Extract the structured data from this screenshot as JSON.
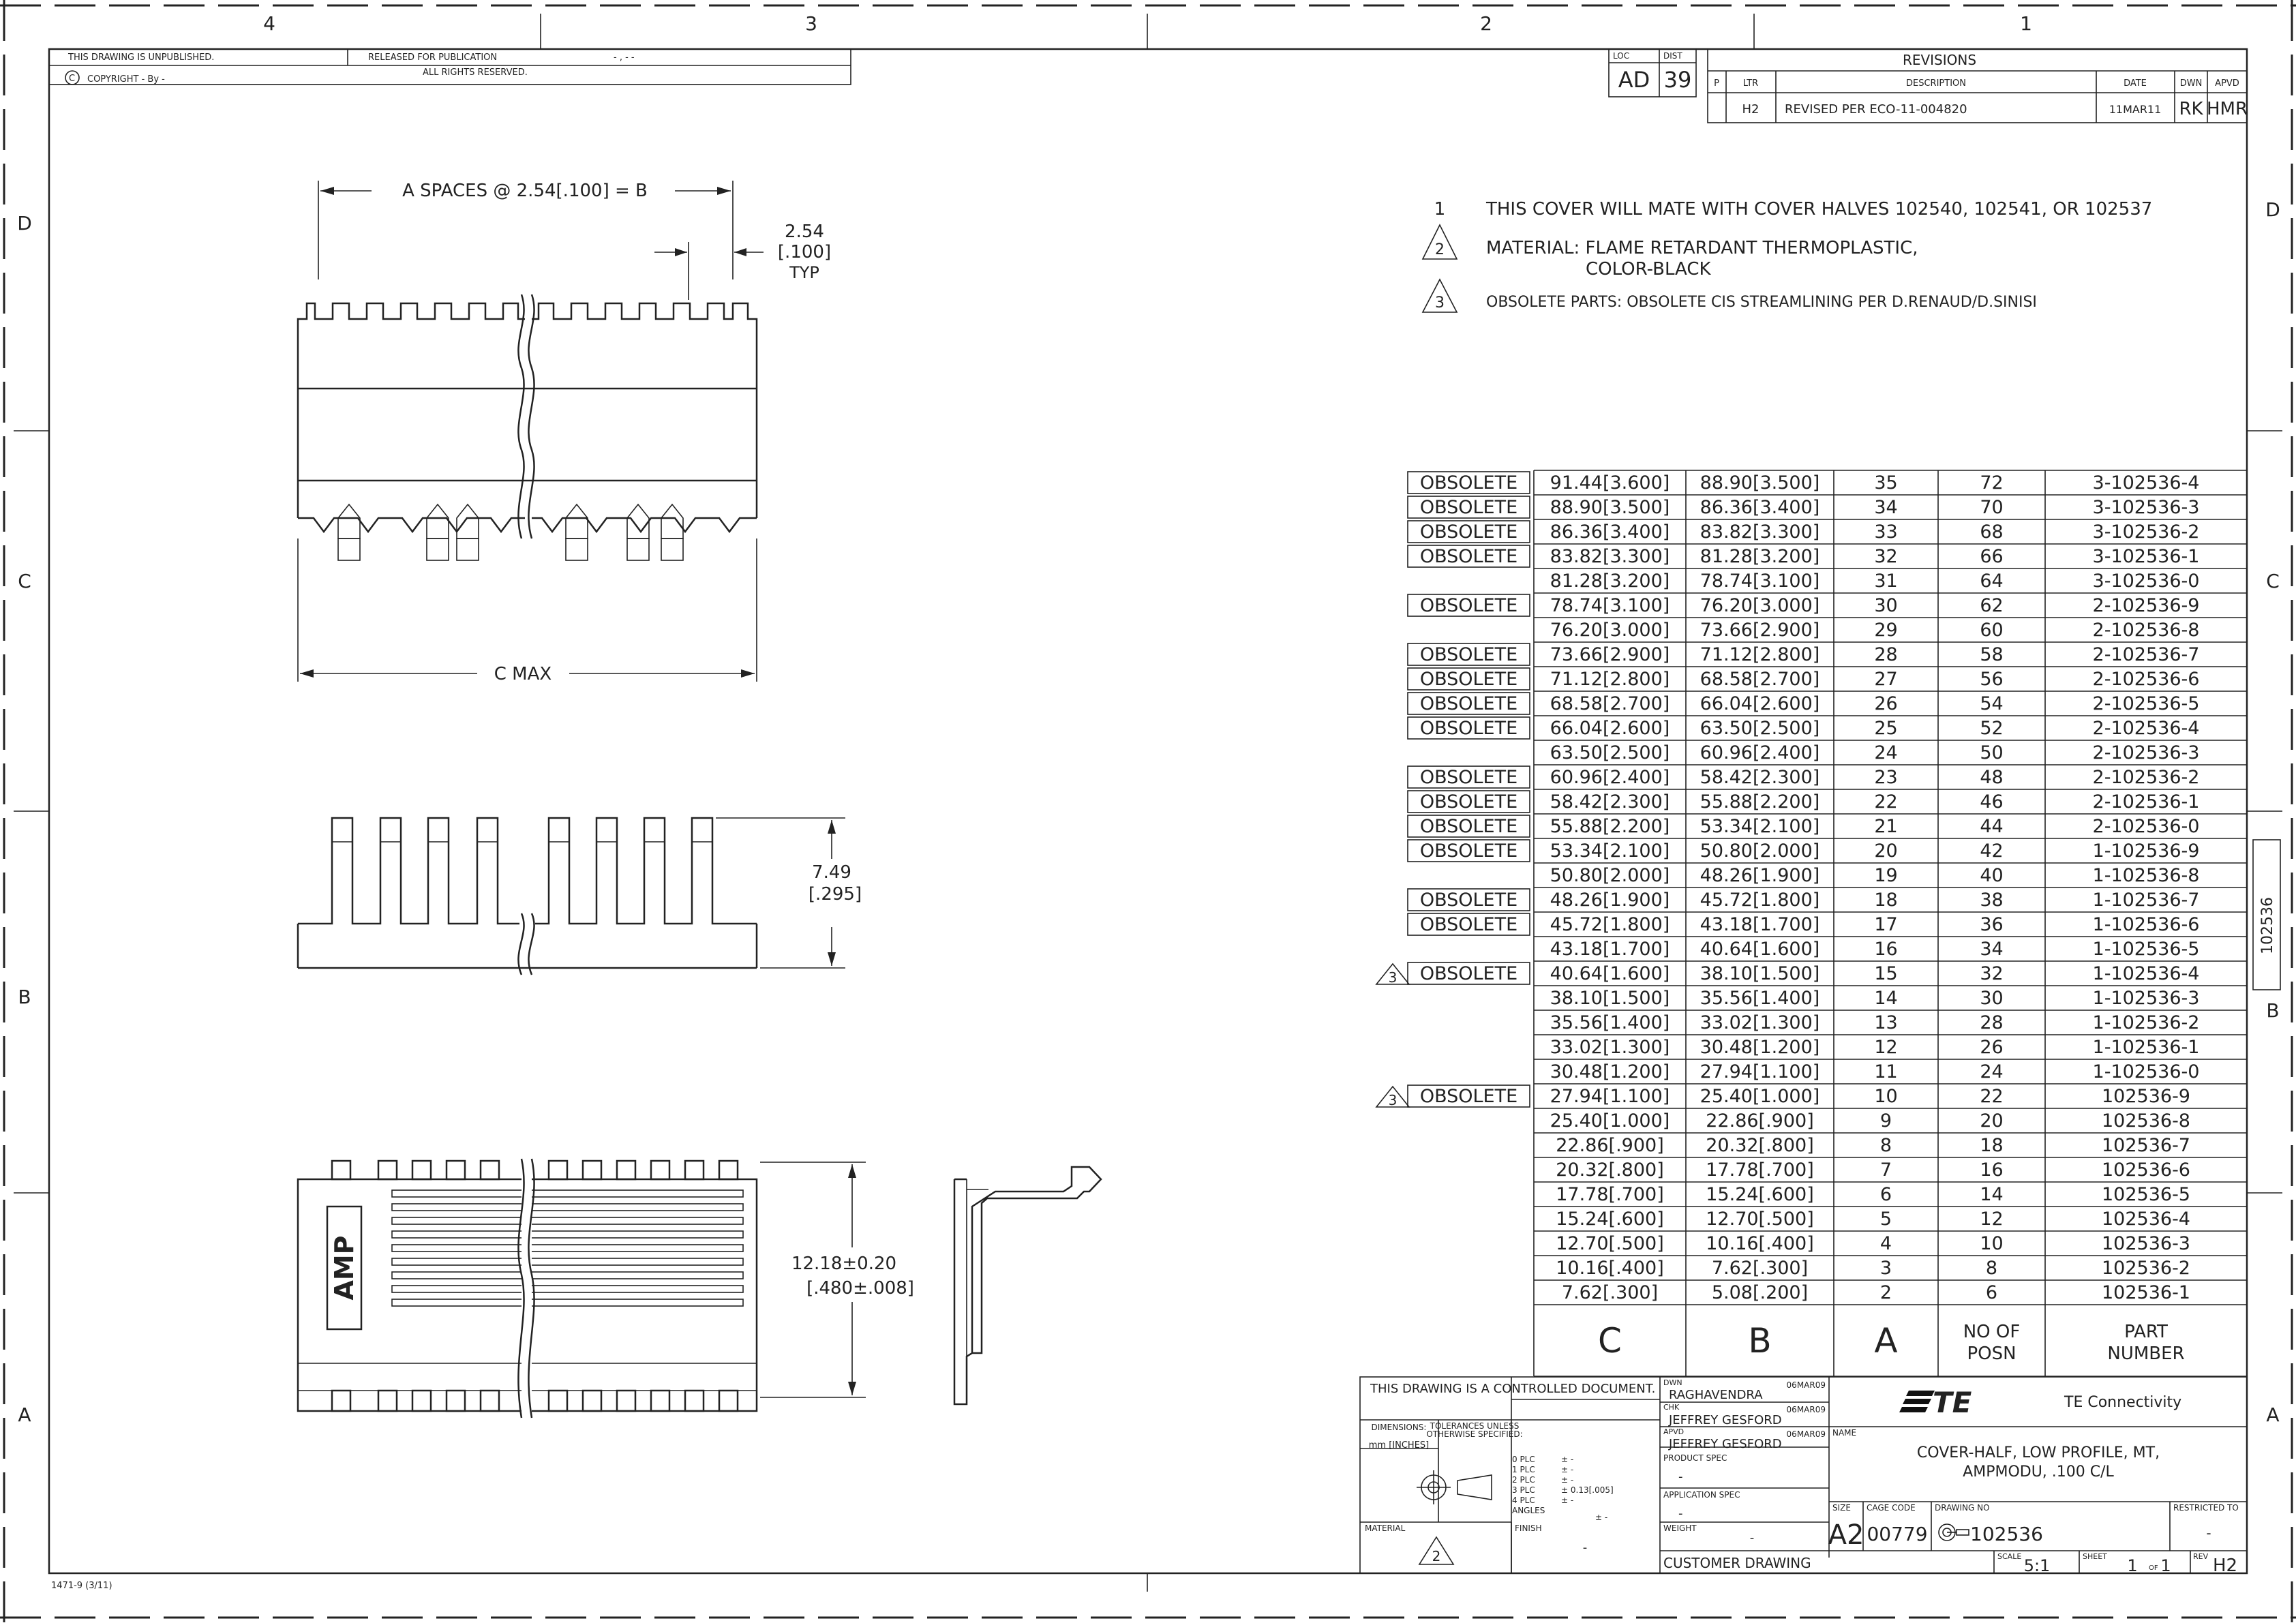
{
  "zones": {
    "columns": [
      "4",
      "3",
      "2",
      "1"
    ],
    "rows": [
      "D",
      "C",
      "B",
      "A"
    ]
  },
  "header": {
    "unpublished": "THIS DRAWING IS UNPUBLISHED.",
    "released": "RELEASED FOR PUBLICATION",
    "released_value": "- , -   -",
    "copyright": "COPYRIGHT  -    By -",
    "rights": "ALL RIGHTS RESERVED."
  },
  "loc_dist": {
    "loc_label": "LOC",
    "loc": "AD",
    "dist_label": "DIST",
    "dist": "39"
  },
  "revisions": {
    "title": "REVISIONS",
    "headers": [
      "P",
      "LTR",
      "DESCRIPTION",
      "DATE",
      "DWN",
      "APVD"
    ],
    "row": {
      "ltr": "H2",
      "description": "REVISED PER ECO-11-004820",
      "date": "11MAR11",
      "dwn": "RK",
      "apvd": "HMR"
    }
  },
  "notes": [
    {
      "num": "1",
      "text": "THIS COVER WILL MATE WITH COVER HALVES 102540, 102541, OR 102537"
    },
    {
      "num": "2",
      "text": "MATERIAL: FLAME RETARDANT THERMOPLASTIC,",
      "text2": "COLOR-BLACK"
    },
    {
      "num": "3",
      "text": "OBSOLETE PARTS: OBSOLETE CIS STREAMLINING PER D.RENAUD/D.SINISI"
    }
  ],
  "dims": {
    "spaces": "A SPACES @ 2.54[.100] = B",
    "pitch1": "2.54",
    "pitch2": "[.100]",
    "pitch3": "TYP",
    "cmax": "C MAX",
    "height1": "7.49",
    "height2": "[.295]",
    "width1": "12.18±0.20",
    "width2": "[.480±.008]",
    "logo": "AMP"
  },
  "table": {
    "rows": [
      {
        "status": "OBSOLETE",
        "flag": "",
        "c": "91.44[3.600]",
        "b": "88.90[3.500]",
        "a": "35",
        "pos": "72",
        "pn": "3-102536-4"
      },
      {
        "status": "OBSOLETE",
        "flag": "",
        "c": "88.90[3.500]",
        "b": "86.36[3.400]",
        "a": "34",
        "pos": "70",
        "pn": "3-102536-3"
      },
      {
        "status": "OBSOLETE",
        "flag": "",
        "c": "86.36[3.400]",
        "b": "83.82[3.300]",
        "a": "33",
        "pos": "68",
        "pn": "3-102536-2"
      },
      {
        "status": "OBSOLETE",
        "flag": "",
        "c": "83.82[3.300]",
        "b": "81.28[3.200]",
        "a": "32",
        "pos": "66",
        "pn": "3-102536-1"
      },
      {
        "status": "",
        "flag": "",
        "c": "81.28[3.200]",
        "b": "78.74[3.100]",
        "a": "31",
        "pos": "64",
        "pn": "3-102536-0"
      },
      {
        "status": "OBSOLETE",
        "flag": "",
        "c": "78.74[3.100]",
        "b": "76.20[3.000]",
        "a": "30",
        "pos": "62",
        "pn": "2-102536-9"
      },
      {
        "status": "",
        "flag": "",
        "c": "76.20[3.000]",
        "b": "73.66[2.900]",
        "a": "29",
        "pos": "60",
        "pn": "2-102536-8"
      },
      {
        "status": "OBSOLETE",
        "flag": "",
        "c": "73.66[2.900]",
        "b": "71.12[2.800]",
        "a": "28",
        "pos": "58",
        "pn": "2-102536-7"
      },
      {
        "status": "OBSOLETE",
        "flag": "",
        "c": "71.12[2.800]",
        "b": "68.58[2.700]",
        "a": "27",
        "pos": "56",
        "pn": "2-102536-6"
      },
      {
        "status": "OBSOLETE",
        "flag": "",
        "c": "68.58[2.700]",
        "b": "66.04[2.600]",
        "a": "26",
        "pos": "54",
        "pn": "2-102536-5"
      },
      {
        "status": "OBSOLETE",
        "flag": "",
        "c": "66.04[2.600]",
        "b": "63.50[2.500]",
        "a": "25",
        "pos": "52",
        "pn": "2-102536-4"
      },
      {
        "status": "",
        "flag": "",
        "c": "63.50[2.500]",
        "b": "60.96[2.400]",
        "a": "24",
        "pos": "50",
        "pn": "2-102536-3"
      },
      {
        "status": "OBSOLETE",
        "flag": "",
        "c": "60.96[2.400]",
        "b": "58.42[2.300]",
        "a": "23",
        "pos": "48",
        "pn": "2-102536-2"
      },
      {
        "status": "OBSOLETE",
        "flag": "",
        "c": "58.42[2.300]",
        "b": "55.88[2.200]",
        "a": "22",
        "pos": "46",
        "pn": "2-102536-1"
      },
      {
        "status": "OBSOLETE",
        "flag": "",
        "c": "55.88[2.200]",
        "b": "53.34[2.100]",
        "a": "21",
        "pos": "44",
        "pn": "2-102536-0"
      },
      {
        "status": "OBSOLETE",
        "flag": "",
        "c": "53.34[2.100]",
        "b": "50.80[2.000]",
        "a": "20",
        "pos": "42",
        "pn": "1-102536-9"
      },
      {
        "status": "",
        "flag": "",
        "c": "50.80[2.000]",
        "b": "48.26[1.900]",
        "a": "19",
        "pos": "40",
        "pn": "1-102536-8"
      },
      {
        "status": "OBSOLETE",
        "flag": "",
        "c": "48.26[1.900]",
        "b": "45.72[1.800]",
        "a": "18",
        "pos": "38",
        "pn": "1-102536-7"
      },
      {
        "status": "OBSOLETE",
        "flag": "",
        "c": "45.72[1.800]",
        "b": "43.18[1.700]",
        "a": "17",
        "pos": "36",
        "pn": "1-102536-6"
      },
      {
        "status": "",
        "flag": "",
        "c": "43.18[1.700]",
        "b": "40.64[1.600]",
        "a": "16",
        "pos": "34",
        "pn": "1-102536-5"
      },
      {
        "status": "OBSOLETE",
        "flag": "3",
        "c": "40.64[1.600]",
        "b": "38.10[1.500]",
        "a": "15",
        "pos": "32",
        "pn": "1-102536-4"
      },
      {
        "status": "",
        "flag": "",
        "c": "38.10[1.500]",
        "b": "35.56[1.400]",
        "a": "14",
        "pos": "30",
        "pn": "1-102536-3"
      },
      {
        "status": "",
        "flag": "",
        "c": "35.56[1.400]",
        "b": "33.02[1.300]",
        "a": "13",
        "pos": "28",
        "pn": "1-102536-2"
      },
      {
        "status": "",
        "flag": "",
        "c": "33.02[1.300]",
        "b": "30.48[1.200]",
        "a": "12",
        "pos": "26",
        "pn": "1-102536-1"
      },
      {
        "status": "",
        "flag": "",
        "c": "30.48[1.200]",
        "b": "27.94[1.100]",
        "a": "11",
        "pos": "24",
        "pn": "1-102536-0"
      },
      {
        "status": "OBSOLETE",
        "flag": "3",
        "c": "27.94[1.100]",
        "b": "25.40[1.000]",
        "a": "10",
        "pos": "22",
        "pn": "102536-9"
      },
      {
        "status": "",
        "flag": "",
        "c": "25.40[1.000]",
        "b": "22.86[.900]",
        "a": "9",
        "pos": "20",
        "pn": "102536-8"
      },
      {
        "status": "",
        "flag": "",
        "c": "22.86[.900]",
        "b": "20.32[.800]",
        "a": "8",
        "pos": "18",
        "pn": "102536-7"
      },
      {
        "status": "",
        "flag": "",
        "c": "20.32[.800]",
        "b": "17.78[.700]",
        "a": "7",
        "pos": "16",
        "pn": "102536-6"
      },
      {
        "status": "",
        "flag": "",
        "c": "17.78[.700]",
        "b": "15.24[.600]",
        "a": "6",
        "pos": "14",
        "pn": "102536-5"
      },
      {
        "status": "",
        "flag": "",
        "c": "15.24[.600]",
        "b": "12.70[.500]",
        "a": "5",
        "pos": "12",
        "pn": "102536-4"
      },
      {
        "status": "",
        "flag": "",
        "c": "12.70[.500]",
        "b": "10.16[.400]",
        "a": "4",
        "pos": "10",
        "pn": "102536-3"
      },
      {
        "status": "",
        "flag": "",
        "c": "10.16[.400]",
        "b": "7.62[.300]",
        "a": "3",
        "pos": "8",
        "pn": "102536-2"
      },
      {
        "status": "",
        "flag": "",
        "c": "7.62[.300]",
        "b": "5.08[.200]",
        "a": "2",
        "pos": "6",
        "pn": "102536-1"
      }
    ],
    "footer": {
      "c": "C",
      "b": "B",
      "a": "A",
      "pos1": "NO OF",
      "pos2": "POSN",
      "pn1": "PART",
      "pn2": "NUMBER"
    }
  },
  "side_tab": "102536",
  "title_block": {
    "controlled": "THIS DRAWING IS A CONTROLLED DOCUMENT.",
    "dimensions_label": "DIMENSIONS:",
    "dimensions_value": "mm [INCHES]",
    "tolerances1": "TOLERANCES UNLESS",
    "tolerances2": "OTHERWISE SPECIFIED:",
    "plc": [
      "0 PLC",
      "1 PLC",
      "2 PLC",
      "3 PLC",
      "4 PLC",
      "ANGLES"
    ],
    "plc_values": [
      "±  -",
      "±  -",
      "±  -",
      "±  0.13[.005]",
      "±  -",
      "±  -"
    ],
    "material_label": "MATERIAL",
    "material_note": "2",
    "finish_label": "FINISH",
    "finish_value": "-",
    "dwn_label": "DWN",
    "dwn_name": "RAGHAVENDRA",
    "dwn_date": "06MAR09",
    "chk_label": "CHK",
    "chk_name": "JEFFREY GESFORD",
    "chk_date": "06MAR09",
    "apvd_label": "APVD",
    "apvd_name": "JEFFREY GESFORD",
    "apvd_date": "06MAR09",
    "product_spec_label": "PRODUCT SPEC",
    "product_spec_value": "-",
    "application_spec_label": "APPLICATION SPEC",
    "application_spec_value": "-",
    "weight_label": "WEIGHT",
    "weight_value": "-",
    "customer_drawing": "CUSTOMER DRAWING",
    "company": "TE Connectivity",
    "logo": "TE",
    "name_label": "NAME",
    "name1": "COVER-HALF, LOW PROFILE, MT,",
    "name2": "AMPMODU, .100 C/L",
    "size_label": "SIZE",
    "size": "A2",
    "cage_label": "CAGE CODE",
    "cage": "00779",
    "drawing_no_label": "DRAWING NO",
    "drawing_no": "102536",
    "restricted_label": "RESTRICTED TO",
    "restricted_value": "-",
    "scale_label": "SCALE",
    "scale": "5:1",
    "sheet_label": "SHEET",
    "sheet": "1",
    "sheet_of": "OF",
    "sheet_total": "1",
    "rev_label": "REV",
    "rev": "H2"
  },
  "form_id": "1471-9  (3/11)"
}
